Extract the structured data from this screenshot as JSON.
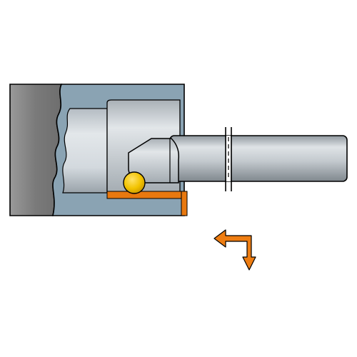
{
  "diagram": {
    "type": "boring-bar-internal-turning-illustration",
    "elements": [
      "chuck-jaw",
      "workpiece-bore",
      "boring-bar-shank",
      "cutting-insert",
      "machined-surface",
      "feed-direction-arrow"
    ],
    "colors": {
      "background": "#ffffff",
      "outline": "#000000",
      "chuck": "#7d7d7d",
      "chuck_highlight": "#a9a9a9",
      "workpiece": "#8aa3b3",
      "bore_inner": "#d7dde2",
      "bar_light": "#dfe3e6",
      "bar_mid": "#b7bec4",
      "bar_dark": "#8f989f",
      "insert": "#c9ced2",
      "insert_tip": "#f2c300",
      "machined": "#e8780f",
      "arrow": "#ee7d12"
    }
  }
}
